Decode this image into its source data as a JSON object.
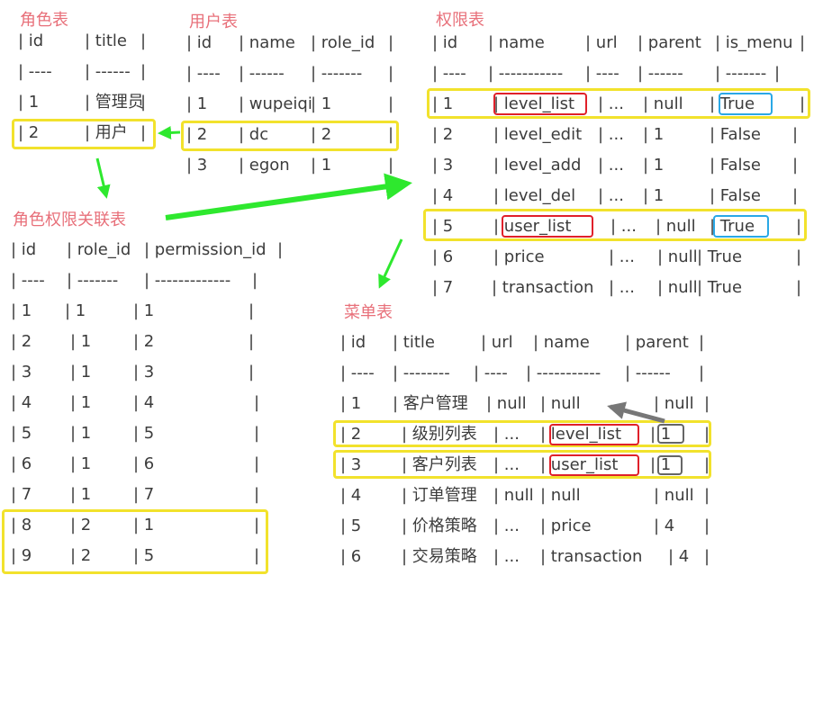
{
  "tables": {
    "role": {
      "title": "角色表",
      "rows": [
        [
          "| id",
          "| title",
          "|"
        ],
        [
          "| ----",
          "| ------",
          "|"
        ],
        [
          "| 1",
          "| 管理员",
          "|"
        ],
        [
          "| 2",
          "| 用户",
          "|"
        ]
      ]
    },
    "user": {
      "title": "用户表",
      "rows": [
        [
          "| id",
          "| name",
          "| role_id",
          "|"
        ],
        [
          "| ----",
          "| ------",
          "| -------",
          "|"
        ],
        [
          "| 1",
          "| wupeiqi",
          "| 1",
          "|"
        ],
        [
          "| 2",
          "| dc",
          "| 2",
          "|"
        ],
        [
          "| 3",
          "| egon",
          "| 1",
          "|"
        ]
      ]
    },
    "permission": {
      "title": "权限表",
      "rows": [
        [
          "| id",
          "| name",
          "| url",
          "| parent",
          "| is_menu",
          "|"
        ],
        [
          "| ----",
          "| -----------",
          "| ----",
          "| ------",
          "| -------",
          "|"
        ],
        [
          "| 1",
          "| level_list",
          "| ...",
          "| null",
          "| True",
          "|"
        ],
        [
          "| 2",
          "| level_edit",
          "| ...",
          "| 1",
          "| False",
          "|"
        ],
        [
          "| 3",
          "| level_add",
          "| ...",
          "| 1",
          "| False",
          "|"
        ],
        [
          "| 4",
          "| level_del",
          "| ...",
          "| 1",
          "| False",
          "|"
        ],
        [
          "| 5",
          "| user_list",
          "| ...",
          "| null",
          "| True",
          "|"
        ],
        [
          "| 6",
          "| price",
          "| ...",
          "| null",
          "| True",
          "|"
        ],
        [
          "| 7",
          "| transaction",
          "| ...",
          "| null",
          "| True",
          "|"
        ]
      ]
    },
    "role_permission": {
      "title": "角色权限关联表",
      "rows": [
        [
          "| id",
          "| role_id",
          "| permission_id",
          "|"
        ],
        [
          "| ----",
          "| -------",
          "| -------------",
          "|"
        ],
        [
          "| 1",
          "| 1",
          "| 1",
          "|"
        ],
        [
          "| 2",
          "| 1",
          "| 2",
          "|"
        ],
        [
          "| 3",
          "| 1",
          "| 3",
          "|"
        ],
        [
          "| 4",
          "| 1",
          "| 4",
          "|"
        ],
        [
          "| 5",
          "| 1",
          "| 5",
          "|"
        ],
        [
          "| 6",
          "| 1",
          "| 6",
          "|"
        ],
        [
          "| 7",
          "| 1",
          "| 7",
          "|"
        ],
        [
          "| 8",
          "| 2",
          "| 1",
          "|"
        ],
        [
          "| 9",
          "| 2",
          "| 5",
          "|"
        ]
      ]
    },
    "menu": {
      "title": "菜单表",
      "rows": [
        [
          "| id",
          "| title",
          "| url",
          "| name",
          "| parent",
          "|"
        ],
        [
          "| ----",
          "| --------",
          "| ----",
          "| -----------",
          "| ------",
          "|"
        ],
        [
          "| 1",
          "| 客户管理",
          "| null",
          "| null",
          "| null",
          "|"
        ],
        [
          "| 2",
          "| 级别列表",
          "| ...",
          "| level_list",
          "| 1",
          "|"
        ],
        [
          "| 3",
          "| 客户列表",
          "| ...",
          "| user_list",
          "| 1",
          "|"
        ],
        [
          "| 4",
          "| 订单管理",
          "| null",
          "| null",
          "| null",
          "|"
        ],
        [
          "| 5",
          "| 价格策略",
          "| ...",
          "| price",
          "| 4",
          "|"
        ],
        [
          "| 6",
          "| 交易策略",
          "| ...",
          "| transaction",
          "| 4",
          "|"
        ]
      ]
    }
  },
  "colors": {
    "title": "#e8707a",
    "highlight": "#f2e22c",
    "red_box": "#e0202a",
    "blue_box": "#2aa8e6",
    "arrow_green": "#2ee82e",
    "arrow_gray": "#777777"
  }
}
